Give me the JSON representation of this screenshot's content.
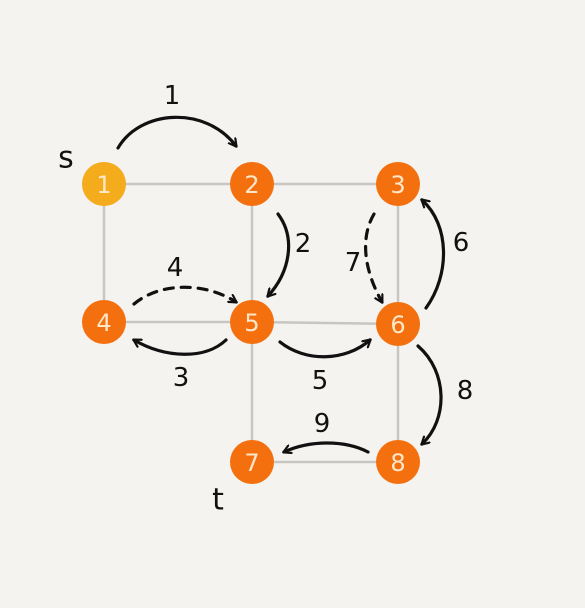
{
  "colors": {
    "start_node": "#f5ac1c",
    "node": "#f4700f",
    "edge": "#c8c6c2",
    "arrow": "#111111",
    "background": "#f5f3ef"
  },
  "nodes": [
    {
      "id": "1",
      "label": "1",
      "role": "start"
    },
    {
      "id": "2",
      "label": "2",
      "role": "normal"
    },
    {
      "id": "3",
      "label": "3",
      "role": "normal"
    },
    {
      "id": "4",
      "label": "4",
      "role": "normal"
    },
    {
      "id": "5",
      "label": "5",
      "role": "normal"
    },
    {
      "id": "6",
      "label": "6",
      "role": "normal"
    },
    {
      "id": "7",
      "label": "7",
      "role": "normal"
    },
    {
      "id": "8",
      "label": "8",
      "role": "normal"
    }
  ],
  "edges": [
    [
      "1",
      "2"
    ],
    [
      "2",
      "3"
    ],
    [
      "1",
      "4"
    ],
    [
      "2",
      "5"
    ],
    [
      "3",
      "6"
    ],
    [
      "4",
      "5"
    ],
    [
      "5",
      "6"
    ],
    [
      "5",
      "7"
    ],
    [
      "6",
      "8"
    ],
    [
      "7",
      "8"
    ]
  ],
  "traversal": [
    {
      "step": "1",
      "from": "1",
      "to": "2",
      "style": "solid"
    },
    {
      "step": "2",
      "from": "2",
      "to": "5",
      "style": "solid"
    },
    {
      "step": "3",
      "from": "5",
      "to": "4",
      "style": "solid"
    },
    {
      "step": "4",
      "from": "4",
      "to": "5",
      "style": "dashed"
    },
    {
      "step": "5",
      "from": "5",
      "to": "6",
      "style": "solid"
    },
    {
      "step": "6",
      "from": "6",
      "to": "3",
      "style": "solid"
    },
    {
      "step": "7",
      "from": "3",
      "to": "6",
      "style": "dashed"
    },
    {
      "step": "8",
      "from": "6",
      "to": "8",
      "style": "solid"
    },
    {
      "step": "9",
      "from": "8",
      "to": "7",
      "style": "solid"
    }
  ],
  "terminals": {
    "source": {
      "label": "s",
      "node": "1"
    },
    "target": {
      "label": "t",
      "node": "7"
    }
  }
}
